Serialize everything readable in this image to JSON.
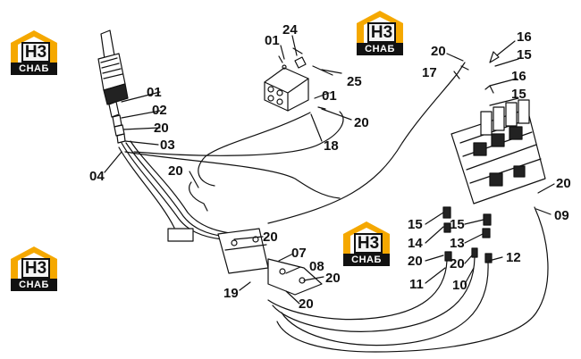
{
  "watermark": {
    "logo_text": "H3",
    "brand": "CHAБ",
    "colors": {
      "accent": "#f5a800",
      "dark": "#111111"
    }
  },
  "callouts": [
    {
      "id": "c01a",
      "text": "01"
    },
    {
      "id": "c24",
      "text": "24"
    },
    {
      "id": "c25",
      "text": "25"
    },
    {
      "id": "c01b",
      "text": "01"
    },
    {
      "id": "c20a",
      "text": "20"
    },
    {
      "id": "c18",
      "text": "18"
    },
    {
      "id": "c20b",
      "text": "20"
    },
    {
      "id": "c17",
      "text": "17"
    },
    {
      "id": "c16a",
      "text": "16"
    },
    {
      "id": "c15a",
      "text": "15"
    },
    {
      "id": "c16b",
      "text": "16"
    },
    {
      "id": "c15b",
      "text": "15"
    },
    {
      "id": "c01c",
      "text": "01"
    },
    {
      "id": "c02",
      "text": "02"
    },
    {
      "id": "c20c",
      "text": "20"
    },
    {
      "id": "c03",
      "text": "03"
    },
    {
      "id": "c04",
      "text": "04"
    },
    {
      "id": "c20d",
      "text": "20"
    },
    {
      "id": "c20e",
      "text": "20"
    },
    {
      "id": "c07",
      "text": "07"
    },
    {
      "id": "c08",
      "text": "08"
    },
    {
      "id": "c20f",
      "text": "20"
    },
    {
      "id": "c19",
      "text": "19"
    },
    {
      "id": "c20g",
      "text": "20"
    },
    {
      "id": "c15c",
      "text": "15"
    },
    {
      "id": "c15d",
      "text": "15"
    },
    {
      "id": "c14",
      "text": "14"
    },
    {
      "id": "c13",
      "text": "13"
    },
    {
      "id": "c20h",
      "text": "20"
    },
    {
      "id": "c20i",
      "text": "20"
    },
    {
      "id": "c11",
      "text": "11"
    },
    {
      "id": "c10",
      "text": "10"
    },
    {
      "id": "c12",
      "text": "12"
    },
    {
      "id": "c20j",
      "text": "20"
    },
    {
      "id": "c09",
      "text": "09"
    }
  ]
}
